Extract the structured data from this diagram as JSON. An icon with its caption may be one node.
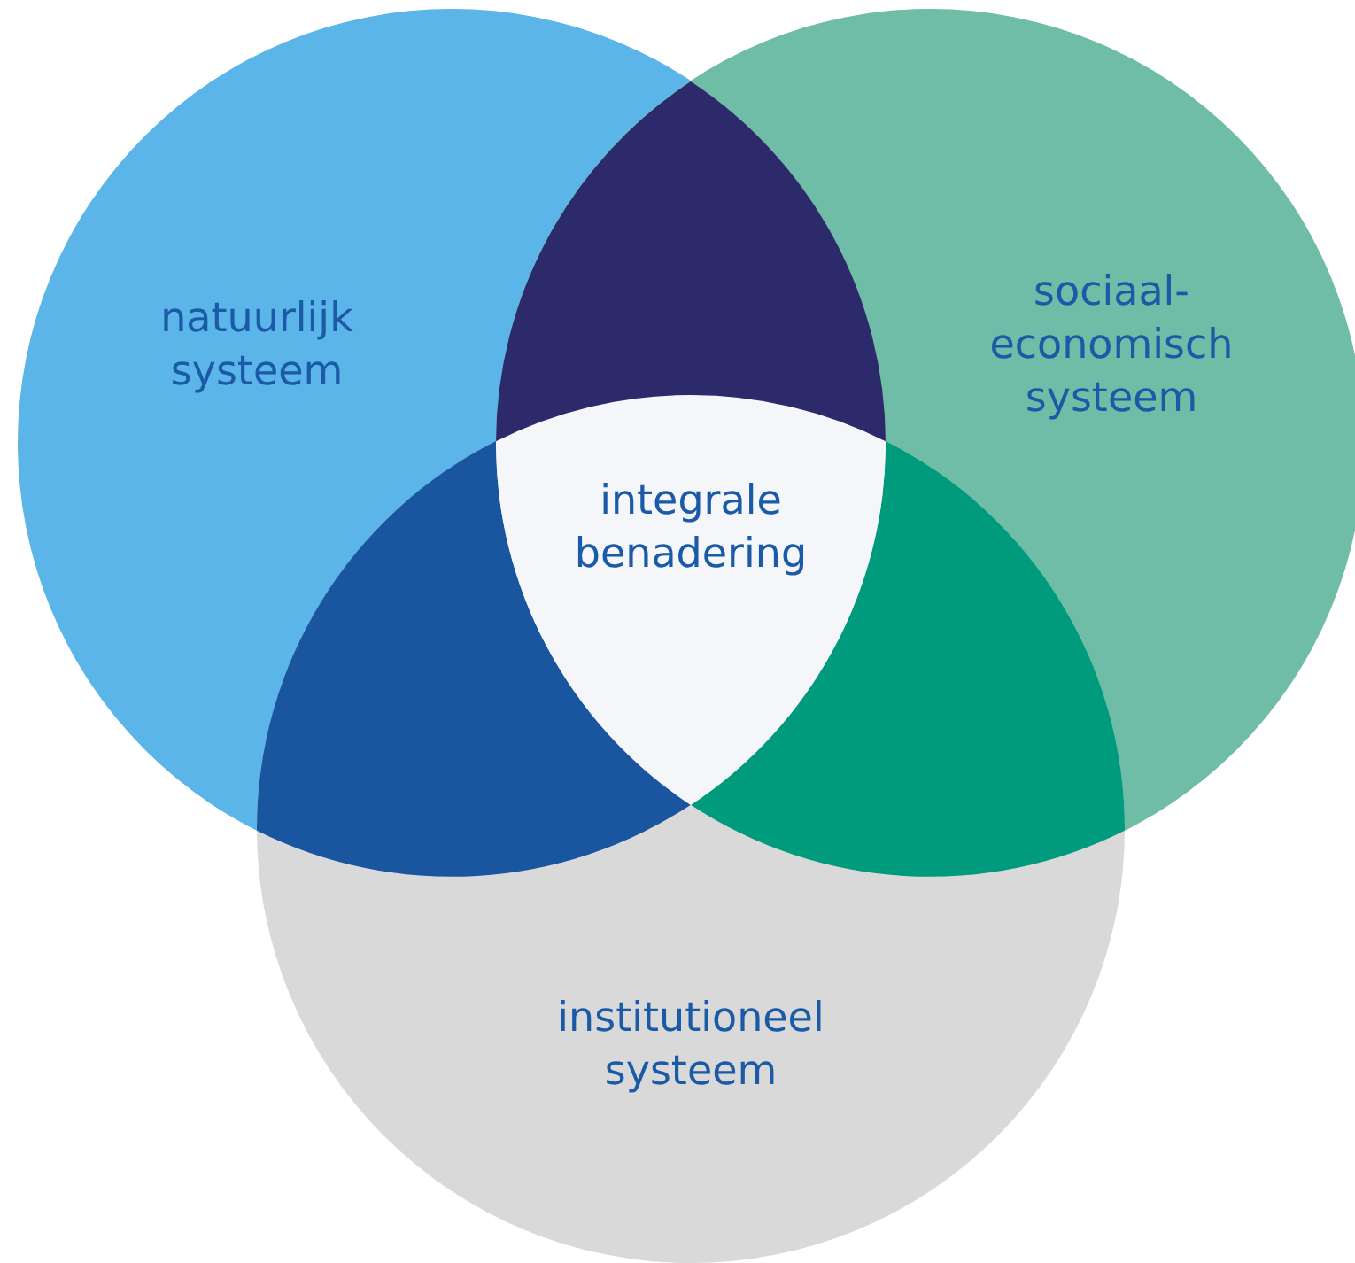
{
  "diagram": {
    "nodes": [
      {
        "text": [
          "natuurlijk systeem"
        ]
      },
      {
        "text": [
          "sociaal-economisch systeem"
        ]
      },
      {
        "text": [
          "institutioneel systeem"
        ]
      },
      {
        "text": [
          "integrale benadering"
        ]
      },
      {
        "text": [],
        "shape": "lens"
      },
      {
        "text": [],
        "shape": "lens"
      },
      {
        "text": [],
        "shape": "lens"
      }
    ]
  }
}
